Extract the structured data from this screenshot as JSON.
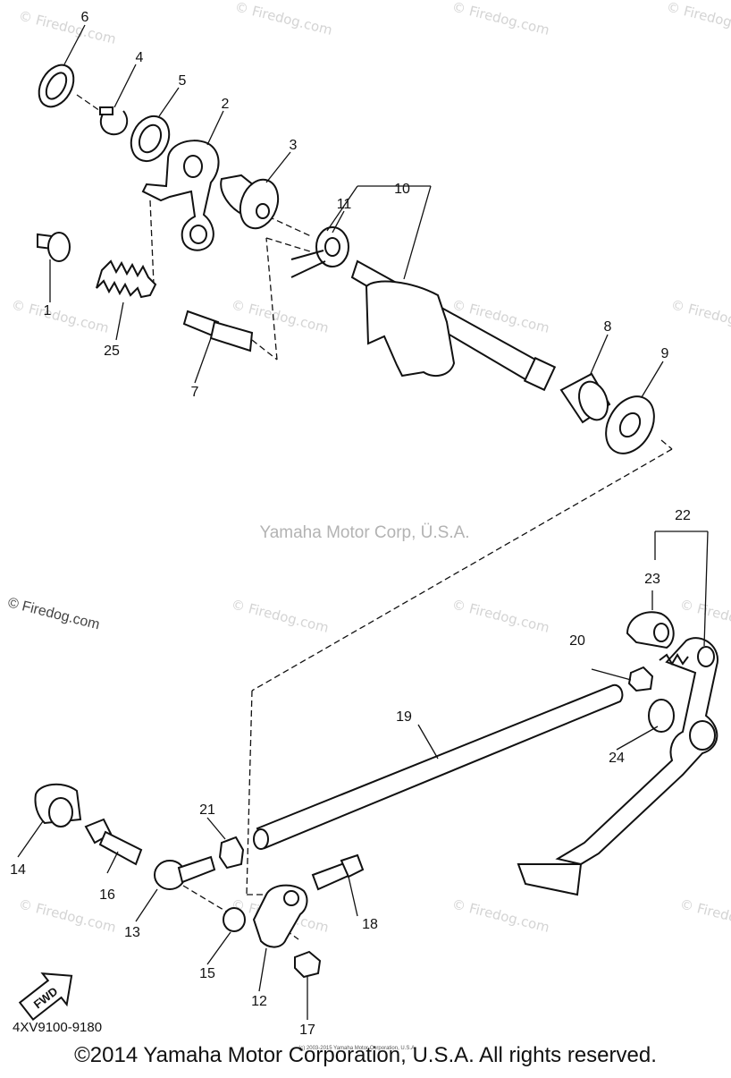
{
  "watermark": {
    "text": "© Firedog.com",
    "center_text": "Yamaha Motor Corp, Ü.S.A."
  },
  "diagram": {
    "code": "4XV9100-9180",
    "fwd_label": "FWD",
    "small_copyright": "(c) 2003-2015 Yamaha Motor Corporation, U.S.A.",
    "callouts": [
      "1",
      "2",
      "3",
      "4",
      "5",
      "6",
      "7",
      "8",
      "9",
      "10",
      "11",
      "12",
      "13",
      "14",
      "15",
      "16",
      "17",
      "18",
      "19",
      "20",
      "21",
      "22",
      "23",
      "24",
      "25"
    ]
  },
  "footer": {
    "copyright": "©2014 Yamaha Motor Corporation, U.S.A. All rights reserved."
  }
}
